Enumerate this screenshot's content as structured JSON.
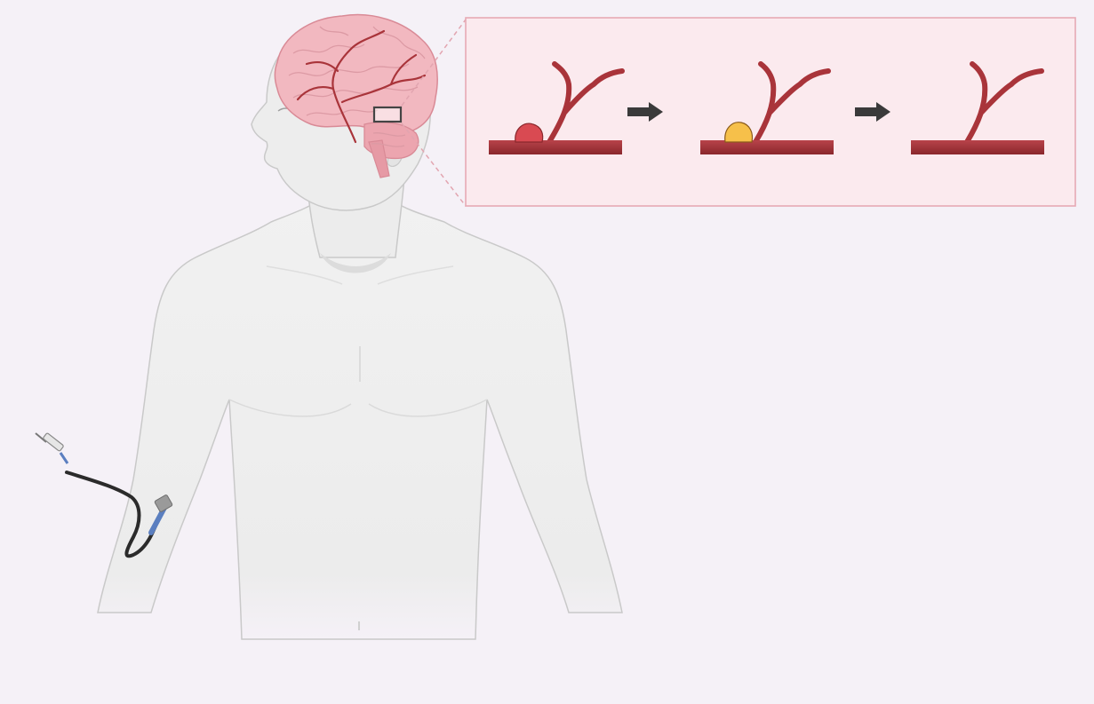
{
  "diagram": {
    "colors": {
      "background": "#f5f1f7",
      "body_fill": "#efefef",
      "body_stroke": "#c9c9c9",
      "brain_fill": "#f2b8c0",
      "brain_stroke": "#d98a96",
      "artery": "#a9343a",
      "artery_dark": "#7f2226",
      "inset_fill": "#fbeaee",
      "inset_border": "#e7a9b4",
      "aneurysm_before": "#d94a52",
      "aneurysm_coiled": "#f6c04a",
      "arrow": "#3a3a3a",
      "catheter": "#2b2b2b",
      "catheter_blue": "#5b7fc0"
    },
    "inset": {
      "stages": [
        {
          "id": "before-treatment",
          "aneurysm": "red"
        },
        {
          "id": "during-embolization",
          "aneurysm": "yellow"
        },
        {
          "id": "after-treatment",
          "aneurysm": "none"
        }
      ],
      "arrows": 2
    },
    "icons": [
      "brain-icon",
      "syringe-icon",
      "catheter-icon",
      "arrow-right-icon"
    ]
  }
}
